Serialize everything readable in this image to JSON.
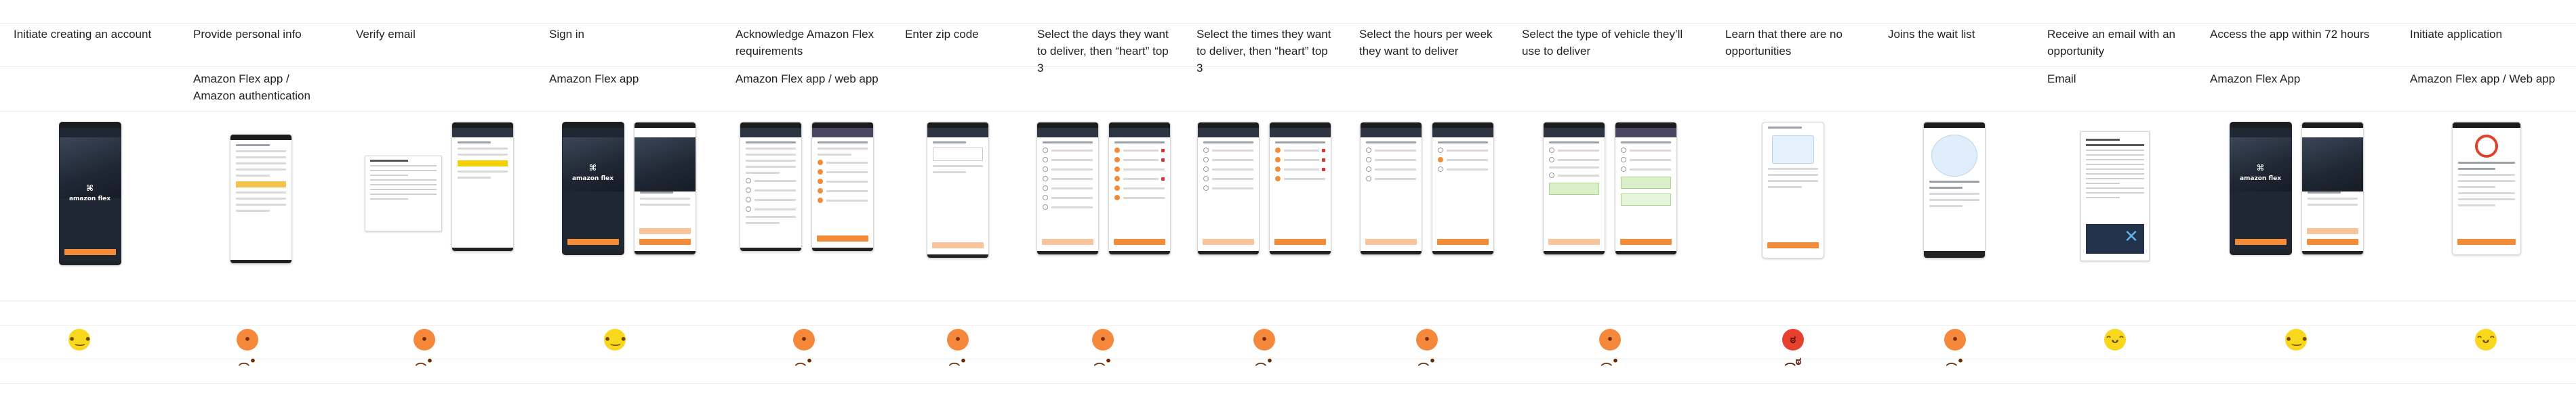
{
  "steps": [
    {
      "label": "Initiate creating an account",
      "channel": "",
      "emotion": "neutral"
    },
    {
      "label": "Provide personal info",
      "channel": "Amazon Flex app / Amazon authentication",
      "emotion": "slightly-sad"
    },
    {
      "label": "Verify email",
      "channel": "",
      "emotion": "slightly-sad"
    },
    {
      "label": "Sign in",
      "channel": "Amazon Flex app",
      "emotion": "neutral"
    },
    {
      "label": "Acknowledge Amazon Flex requirements",
      "channel": "Amazon Flex app /  web app",
      "emotion": "slightly-sad"
    },
    {
      "label": "Enter zip code",
      "channel": "",
      "emotion": "sad"
    },
    {
      "label": "Select the days they want to deliver, then “heart”  top 3",
      "channel": "",
      "emotion": "sad"
    },
    {
      "label": "Select the times they want to deliver, then “heart”  top 3",
      "channel": "",
      "emotion": "sad"
    },
    {
      "label": "Select the hours per week they want to deliver",
      "channel": "",
      "emotion": "slightly-sad"
    },
    {
      "label": "Select the type of vehicle they’ll  use to deliver",
      "channel": "",
      "emotion": "slightly-sad"
    },
    {
      "label": "Learn that there are no opportunities",
      "channel": "",
      "emotion": "angry"
    },
    {
      "label": "Joins the wait list",
      "channel": "",
      "emotion": "slightly-sad"
    },
    {
      "label": "Receive an email with an opportunity",
      "channel": "Email",
      "emotion": "happy"
    },
    {
      "label": "Access the app within 72 hours",
      "channel": "Amazon Flex App",
      "emotion": "neutral"
    },
    {
      "label": "Initiate application",
      "channel": "Amazon Flex app / Web app",
      "emotion": "happy"
    }
  ],
  "emotion_icons": {
    "neutral": {
      "name": "neutral-face-icon",
      "face": "•‿•",
      "color": "yellow"
    },
    "happy": {
      "name": "smiling-face-icon",
      "face": "ᵔᴗᵔ",
      "color": "yellow"
    },
    "slightly-sad": {
      "name": "frowning-face-icon",
      "face": "•︵•",
      "color": "orange"
    },
    "sad": {
      "name": "sad-face-icon",
      "face": "•︵•",
      "color": "orange"
    },
    "angry": {
      "name": "angry-face-icon",
      "face": "ಠ︵ಠ",
      "color": "red"
    }
  },
  "colors": {
    "accent": "#f28c38",
    "grid": "#ececec",
    "app_dark": "#1f2733"
  }
}
